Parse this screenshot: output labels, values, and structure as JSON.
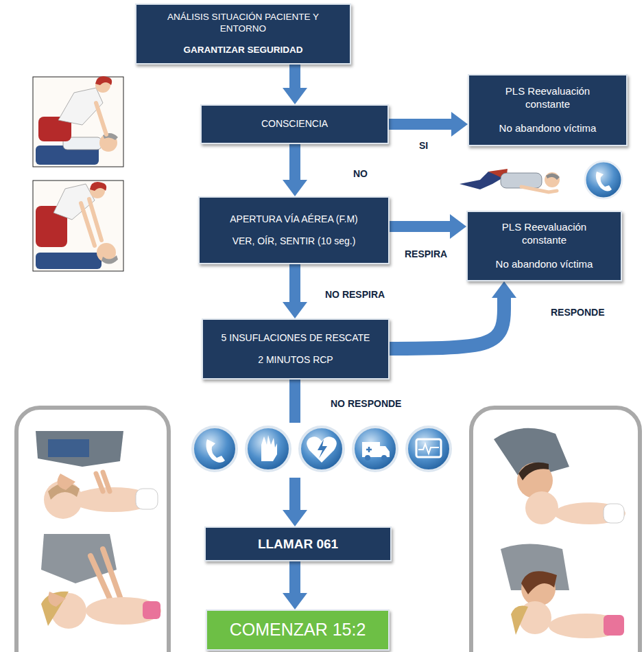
{
  "diagram": {
    "nodes": [
      {
        "text": [
          "ANÁLISIS SITUACIÓN PACIENTE Y ENTORNO",
          "GARANTIZAR SEGURIDAD"
        ]
      },
      {
        "text": [
          "CONSCIENCIA"
        ]
      },
      {
        "text": [
          "PLS Reevaluación constante",
          "No abandono víctima"
        ]
      },
      {
        "text": [
          "APERTURA VÍA AÉREA (F.M)",
          "VER, OÍR, SENTIR (10 seg.)"
        ]
      },
      {
        "text": [
          "PLS Reevaluación constante",
          "No abandono víctima"
        ]
      },
      {
        "text": [
          "5 INSUFLACIONES DE RESCATE",
          "2 MINUTOS RCP"
        ]
      },
      {
        "text": [
          "LLAMAR 061"
        ]
      },
      {
        "text": [
          "COMENZAR 15:2"
        ]
      }
    ],
    "edges": [
      {
        "from": 0,
        "to": 1,
        "arrow": "to"
      },
      {
        "from": 1,
        "to": 2,
        "label": "SI",
        "arrow": "to"
      },
      {
        "from": 1,
        "to": 3,
        "label": "NO",
        "arrow": "to"
      },
      {
        "from": 3,
        "to": 4,
        "label": "RESPIRA",
        "arrow": "to"
      },
      {
        "from": 3,
        "to": 5,
        "label": "NO RESPIRA",
        "arrow": "to"
      },
      {
        "from": 5,
        "to": 4,
        "label": "RESPONDE",
        "arrow": "to"
      },
      {
        "from": 5,
        "to": 6,
        "label": "NO RESPONDE",
        "arrow": "to"
      },
      {
        "from": 6,
        "to": 7,
        "arrow": "to"
      }
    ]
  }
}
